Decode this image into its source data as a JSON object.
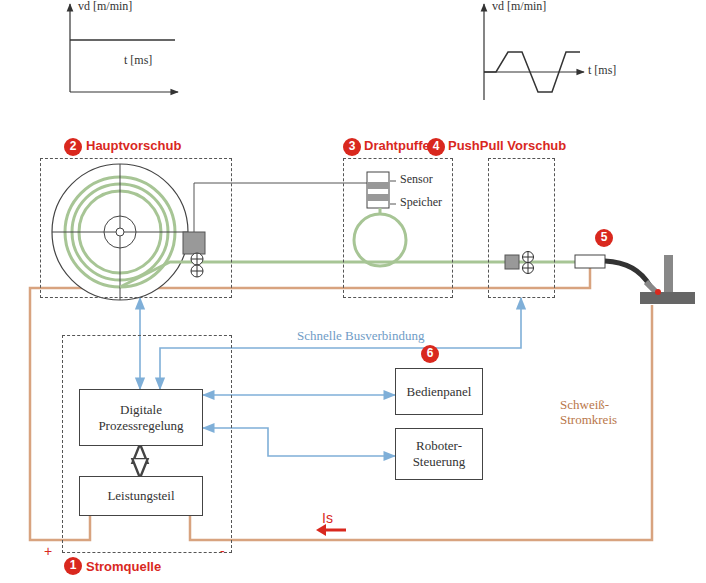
{
  "diagram": {
    "nodes": [
      {
        "text": [
          "Hauptvorschub"
        ]
      },
      {
        "text": [
          "Drahtpuffer"
        ]
      },
      {
        "text": [
          "PushPull Vorschub"
        ]
      },
      {
        "text": [
          "Stromquelle"
        ]
      },
      {
        "text": [
          "Digitale Prozessregelung"
        ],
        "in": 3
      },
      {
        "text": [
          "Leistungsteil"
        ],
        "in": 3
      },
      {
        "text": [
          "Bedienpanel"
        ]
      },
      {
        "text": [
          "Roboter-Steuerung"
        ]
      }
    ],
    "edges": [
      {
        "from": 0,
        "to": 4,
        "arrow": "both"
      },
      {
        "from": 2,
        "to": 4,
        "label": "Schnelle Busverbindung",
        "arrow": "both"
      },
      {
        "from": 4,
        "to": 6,
        "arrow": "both"
      },
      {
        "from": 4,
        "to": 7,
        "arrow": "both"
      },
      {
        "from": 4,
        "to": 5,
        "arrow": "both"
      }
    ],
    "labels": [
      "vd [m/min]",
      "t [ms]",
      "vd [m/min]",
      "t [ms]",
      "2",
      "3",
      "Sensor",
      "Speicher",
      "4",
      "5",
      "6",
      "Schweiß-Stromkreis",
      "Is",
      "+",
      "-",
      "1"
    ]
  }
}
